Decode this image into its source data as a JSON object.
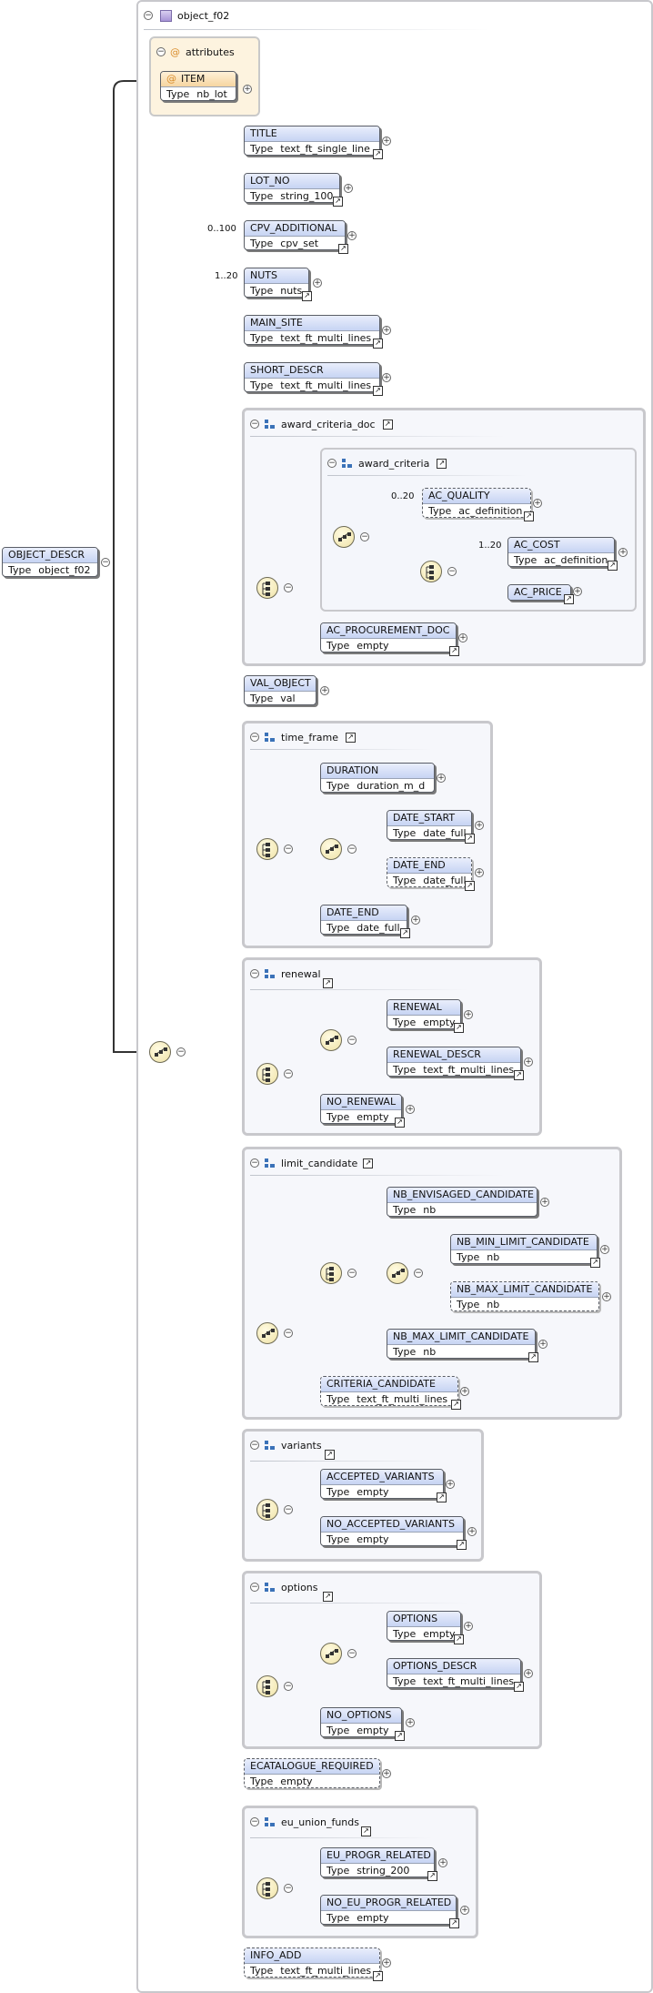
{
  "type_label": "Type",
  "root": {
    "name": "OBJECT_DESCR",
    "type": "object_f02"
  },
  "container": {
    "title": "object_f02"
  },
  "attributes": {
    "title": "attributes",
    "item": {
      "name": "ITEM",
      "type": "nb_lot"
    }
  },
  "elements": {
    "title": {
      "name": "TITLE",
      "type": "text_ft_single_line"
    },
    "lot_no": {
      "name": "LOT_NO",
      "type": "string_100"
    },
    "cpv_additional": {
      "name": "CPV_ADDITIONAL",
      "type": "cpv_set",
      "mult": "0..100"
    },
    "nuts": {
      "name": "NUTS",
      "type": "nuts",
      "mult": "1..20"
    },
    "main_site": {
      "name": "MAIN_SITE",
      "type": "text_ft_multi_lines"
    },
    "short_descr": {
      "name": "SHORT_DESCR",
      "type": "text_ft_multi_lines"
    },
    "val_object": {
      "name": "VAL_OBJECT",
      "type": "val"
    },
    "ecatalogue_required": {
      "name": "ECATALOGUE_REQUIRED",
      "type": "empty"
    },
    "info_add": {
      "name": "INFO_ADD",
      "type": "text_ft_multi_lines"
    }
  },
  "award_criteria_doc": {
    "title": "award_criteria_doc",
    "award_criteria": {
      "title": "award_criteria",
      "ac_quality": {
        "name": "AC_QUALITY",
        "type": "ac_definition",
        "mult": "0..20"
      },
      "ac_cost": {
        "name": "AC_COST",
        "type": "ac_definition",
        "mult": "1..20"
      },
      "ac_price": {
        "name": "AC_PRICE"
      }
    },
    "ac_procurement_doc": {
      "name": "AC_PROCUREMENT_DOC",
      "type": "empty"
    }
  },
  "time_frame": {
    "title": "time_frame",
    "duration": {
      "name": "DURATION",
      "type": "duration_m_d"
    },
    "date_start": {
      "name": "DATE_START",
      "type": "date_full"
    },
    "date_end_opt": {
      "name": "DATE_END",
      "type": "date_full"
    },
    "date_end": {
      "name": "DATE_END",
      "type": "date_full"
    }
  },
  "renewal": {
    "title": "renewal",
    "renewal": {
      "name": "RENEWAL",
      "type": "empty"
    },
    "renewal_descr": {
      "name": "RENEWAL_DESCR",
      "type": "text_ft_multi_lines"
    },
    "no_renewal": {
      "name": "NO_RENEWAL",
      "type": "empty"
    }
  },
  "limit_candidate": {
    "title": "limit_candidate",
    "nb_envisaged": {
      "name": "NB_ENVISAGED_CANDIDATE",
      "type": "nb"
    },
    "nb_min_limit": {
      "name": "NB_MIN_LIMIT_CANDIDATE",
      "type": "nb"
    },
    "nb_max_limit_opt": {
      "name": "NB_MAX_LIMIT_CANDIDATE",
      "type": "nb"
    },
    "nb_max_limit": {
      "name": "NB_MAX_LIMIT_CANDIDATE",
      "type": "nb"
    },
    "criteria_candidate": {
      "name": "CRITERIA_CANDIDATE",
      "type": "text_ft_multi_lines"
    }
  },
  "variants": {
    "title": "variants",
    "accepted": {
      "name": "ACCEPTED_VARIANTS",
      "type": "empty"
    },
    "no_accepted": {
      "name": "NO_ACCEPTED_VARIANTS",
      "type": "empty"
    }
  },
  "options": {
    "title": "options",
    "options": {
      "name": "OPTIONS",
      "type": "empty"
    },
    "options_descr": {
      "name": "OPTIONS_DESCR",
      "type": "text_ft_multi_lines"
    },
    "no_options": {
      "name": "NO_OPTIONS",
      "type": "empty"
    }
  },
  "eu_union_funds": {
    "title": "eu_union_funds",
    "eu_progr_related": {
      "name": "EU_PROGR_RELATED",
      "type": "string_200"
    },
    "no_eu_progr_related": {
      "name": "NO_EU_PROGR_RELATED",
      "type": "empty"
    }
  }
}
